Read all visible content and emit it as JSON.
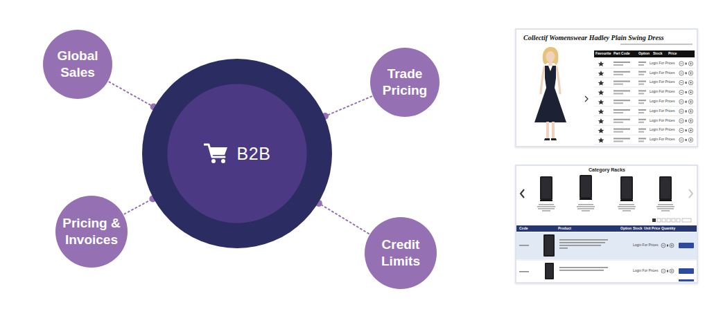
{
  "diagram": {
    "nodes": [
      {
        "text": [
          "Global Sales"
        ]
      },
      {
        "text": [
          "Trade Pricing"
        ]
      },
      {
        "text": [
          "B2B"
        ]
      },
      {
        "text": [
          "Pricing & Invoices"
        ]
      },
      {
        "text": [
          "Credit Limits"
        ]
      }
    ],
    "edges": [
      {
        "from": 0,
        "to": 2,
        "arrow": "none"
      },
      {
        "from": 1,
        "to": 2,
        "arrow": "none"
      },
      {
        "from": 3,
        "to": 2,
        "arrow": "none"
      },
      {
        "from": 4,
        "to": 2,
        "arrow": "none"
      }
    ],
    "labels": [
      "Collectif Womenswear Hadley Plain Swing Dress",
      "Favourite",
      "Part Code",
      "Option",
      "Stock",
      "Price",
      "Login For Prices",
      "Login For Prices",
      "Login For Prices",
      "Login For Prices",
      "Login For Prices",
      "Login For Prices",
      "Login For Prices",
      "Login For Prices",
      "Login For Prices",
      "Category Racks",
      "Code",
      "Product",
      "Option",
      "Stock",
      "Unit Price",
      "Quantity",
      "Login For Prices",
      "Login For Prices"
    ]
  }
}
